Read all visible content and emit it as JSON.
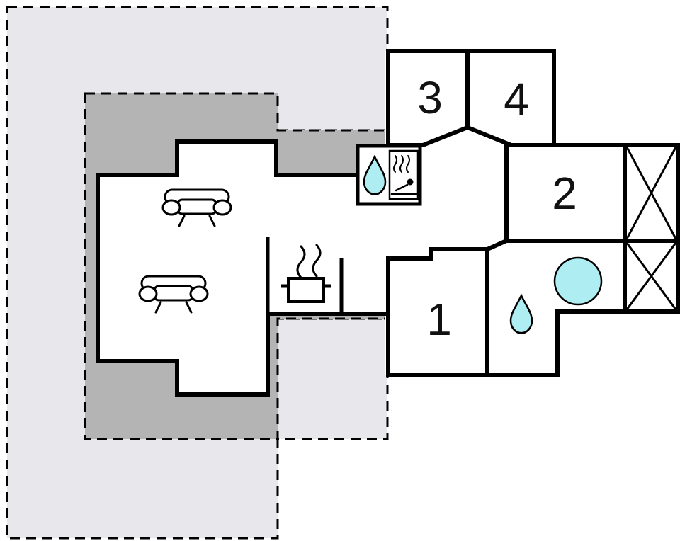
{
  "floorplan": {
    "title": "holiday-home-floor-plan",
    "rooms": [
      {
        "id": "room-1",
        "label": "1"
      },
      {
        "id": "room-2",
        "label": "2"
      },
      {
        "id": "room-3",
        "label": "3"
      },
      {
        "id": "room-4",
        "label": "4"
      }
    ],
    "features": [
      {
        "name": "sofa-icon",
        "count": 2
      },
      {
        "name": "stove-icon",
        "count": 1
      },
      {
        "name": "water-drop-icon",
        "count": 2
      },
      {
        "name": "sauna-icon",
        "count": 1
      },
      {
        "name": "hot-tub-icon",
        "count": 1
      },
      {
        "name": "crossed-room-icon",
        "count": 2
      }
    ],
    "colors": {
      "background": "#ffffff",
      "terrace_light": "#e8e8ec",
      "terrace_dark": "#b4b4b4",
      "water": "#aeeef2",
      "wall": "#000000"
    }
  }
}
